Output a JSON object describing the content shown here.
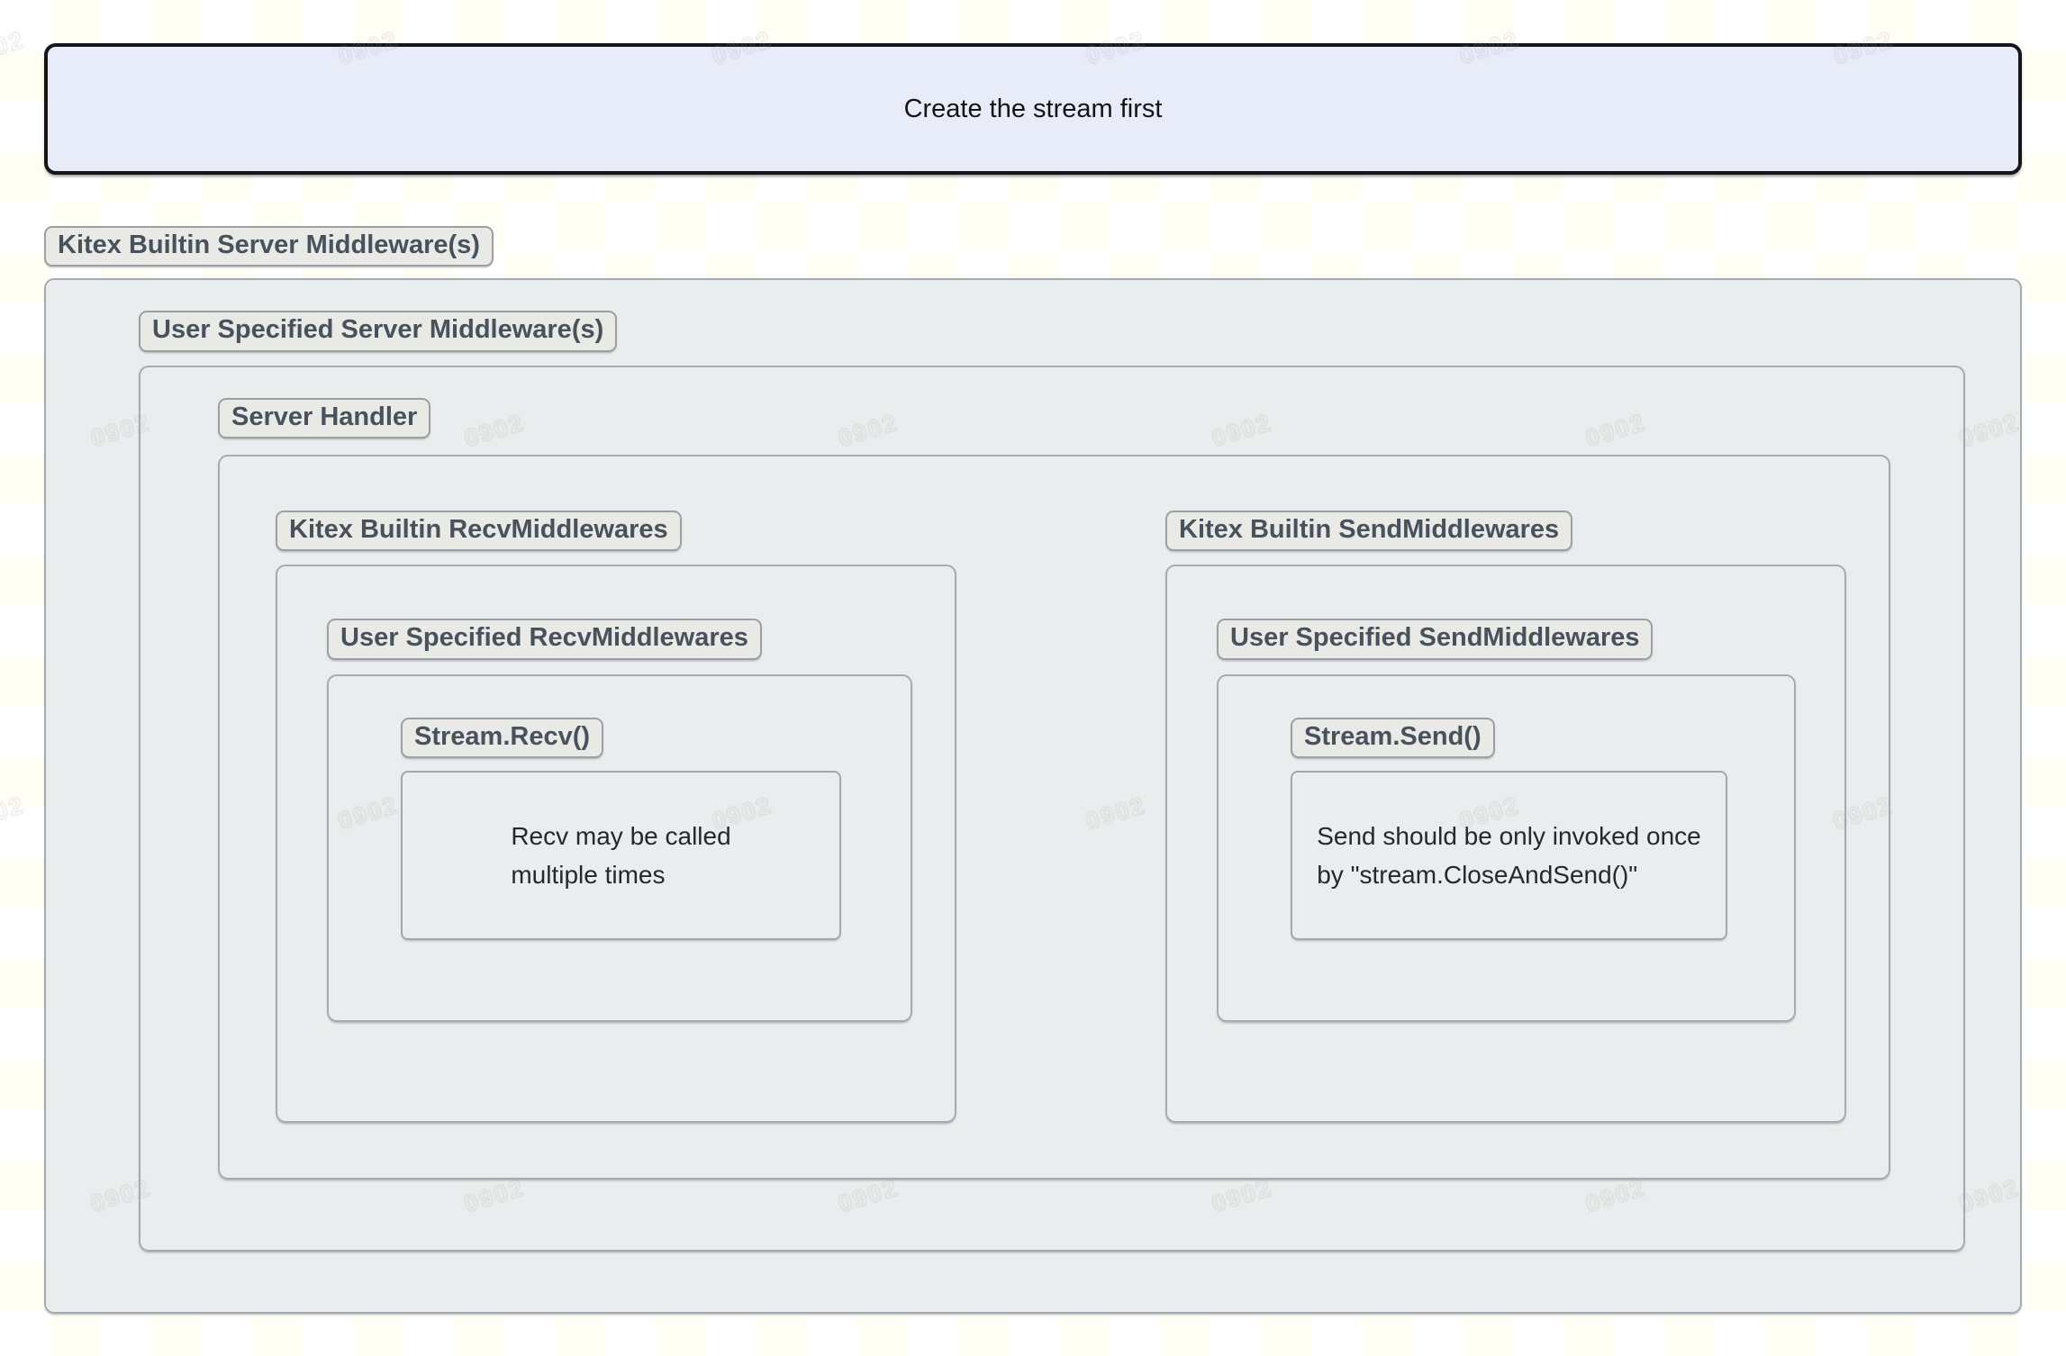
{
  "banner": {
    "label": "Create the stream first"
  },
  "badges": {
    "outer": "Kitex Builtin Server Middleware(s)",
    "user_server": "User Specified Server Middleware(s)",
    "server_handler": "Server Handler"
  },
  "columns": [
    {
      "builtin": "Kitex Builtin RecvMiddlewares",
      "user": "User Specified RecvMiddlewares",
      "stream_call": "Stream.Recv()",
      "note": "Recv may be called\nmultiple times"
    },
    {
      "builtin": "Kitex Builtin SendMiddlewares",
      "user": "User Specified SendMiddlewares",
      "stream_call": "Stream.Send()",
      "note": "Send should be only invoked once\nby \"stream.CloseAndSend()\""
    }
  ],
  "watermark": {
    "text": "0902"
  },
  "colors": {
    "page_bg": "#fffef4",
    "panel_border": "#a5abb2",
    "badge_bg": "#e9e9e6",
    "badge_border": "#9aa0a4",
    "badge_text": "#47525d",
    "banner_bg": "#e8ecf8",
    "banner_border": "#15151a",
    "note_text": "#25292c"
  }
}
